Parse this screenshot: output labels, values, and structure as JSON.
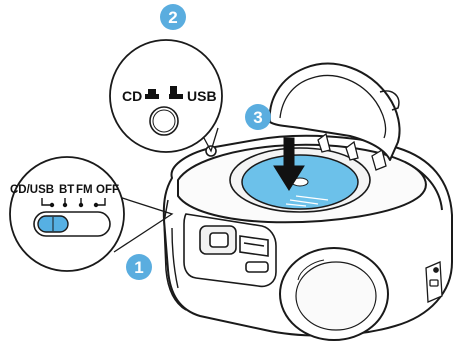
{
  "steps": {
    "one": "1",
    "two": "2",
    "three": "3"
  },
  "source_switch": {
    "positions": [
      "CD/USB",
      "BT",
      "FM",
      "OFF"
    ]
  },
  "source_button": {
    "cd_label": "CD",
    "usb_label": "USB"
  },
  "colors": {
    "step_badge": "#5aaddf",
    "cd_disc": "#6cc1ea",
    "switch_knob": "#56b0e3",
    "outline": "#1a1a1a",
    "arrow": "#111111"
  }
}
